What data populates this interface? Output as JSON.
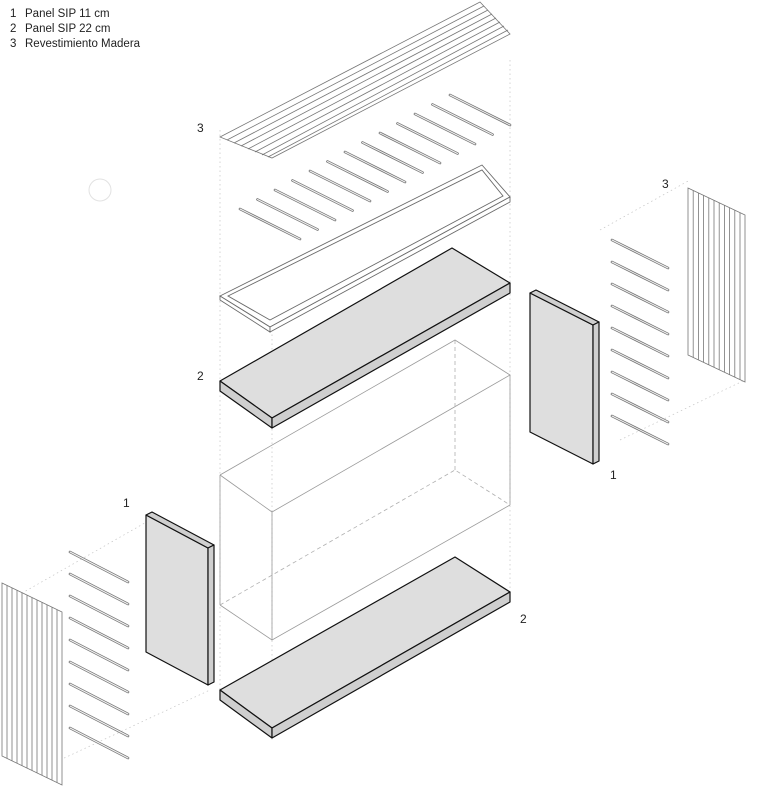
{
  "legend": [
    {
      "number": "1",
      "label": "Panel SIP 11 cm"
    },
    {
      "number": "2",
      "label": "Panel SIP 22 cm"
    },
    {
      "number": "3",
      "label": "Revestimiento Madera"
    }
  ],
  "callouts": {
    "roof_cladding": "3",
    "top_panel": "2",
    "right_wall_panel": "1",
    "right_cladding": "3",
    "left_wall_panel": "1",
    "bottom_panel": "2"
  }
}
